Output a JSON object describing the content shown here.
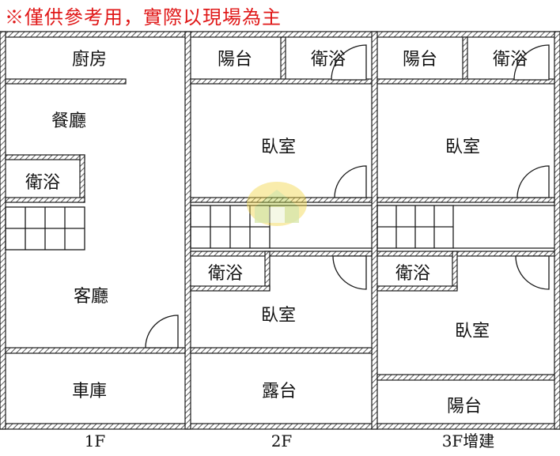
{
  "disclaimer": "※僅供參考用，實際以現場為主",
  "floors": [
    {
      "label": "1F",
      "rooms": {
        "kitchen": "廚房",
        "dining": "餐廳",
        "bathroom": "衛浴",
        "living": "客廳",
        "garage": "車庫"
      }
    },
    {
      "label": "2F",
      "rooms": {
        "balcony": "陽台",
        "bathroom_top": "衛浴",
        "bedroom_top": "臥室",
        "bathroom_mid": "衛浴",
        "bedroom_mid": "臥室",
        "terrace": "露台"
      }
    },
    {
      "label": "3F增建",
      "rooms": {
        "balcony_top": "陽台",
        "bathroom_top": "衛浴",
        "bedroom_top": "臥室",
        "bathroom_mid": "衛浴",
        "bedroom_mid": "臥室",
        "balcony_bottom": "陽台"
      }
    }
  ],
  "colors": {
    "wall": "#1a1a1a",
    "hatch": "#333333",
    "disclaimer": "#e01818",
    "watermark": "#f2d64a"
  }
}
